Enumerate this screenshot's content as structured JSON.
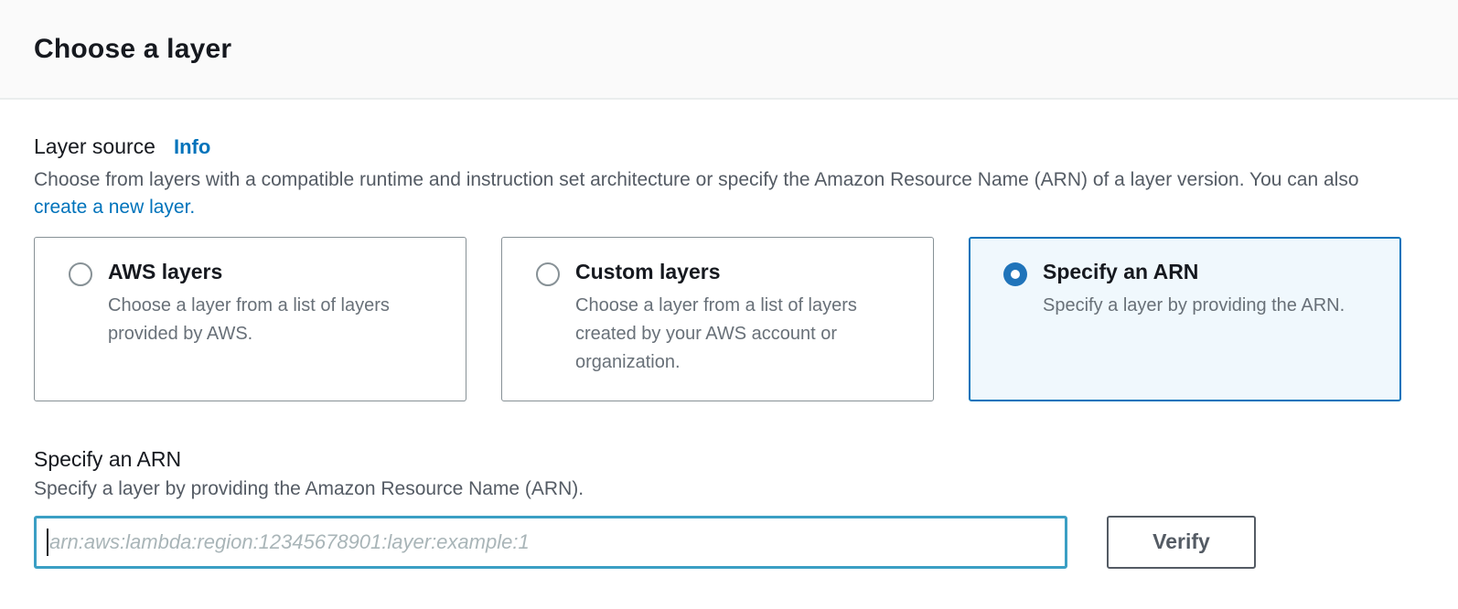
{
  "header": {
    "title": "Choose a layer"
  },
  "layer_source": {
    "label": "Layer source",
    "info_label": "Info",
    "description_before_link": "Choose from layers with a compatible runtime and instruction set architecture or specify the Amazon Resource Name (ARN) of a layer version. You can also ",
    "link_label": "create a new layer.",
    "options": [
      {
        "title": "AWS layers",
        "description": "Choose a layer from a list of layers provided by AWS.",
        "selected": false
      },
      {
        "title": "Custom layers",
        "description": "Choose a layer from a list of layers created by your AWS account or organization.",
        "selected": false
      },
      {
        "title": "Specify an ARN",
        "description": "Specify a layer by providing the ARN.",
        "selected": true
      }
    ]
  },
  "arn_section": {
    "title": "Specify an ARN",
    "description": "Specify a layer by providing the Amazon Resource Name (ARN).",
    "input_value": "",
    "input_placeholder": "arn:aws:lambda:region:12345678901:layer:example:1",
    "verify_label": "Verify"
  },
  "colors": {
    "link_blue": "#0073bb",
    "radio_selected_blue": "#2074ba",
    "selected_card_bg": "#f0f8fd",
    "selected_card_border": "#0073bb",
    "input_focus_border": "#3b9fc4",
    "button_border": "#545b64",
    "header_bg": "#fafafa",
    "header_divider": "#eaeded",
    "muted_text": "#545b64"
  }
}
